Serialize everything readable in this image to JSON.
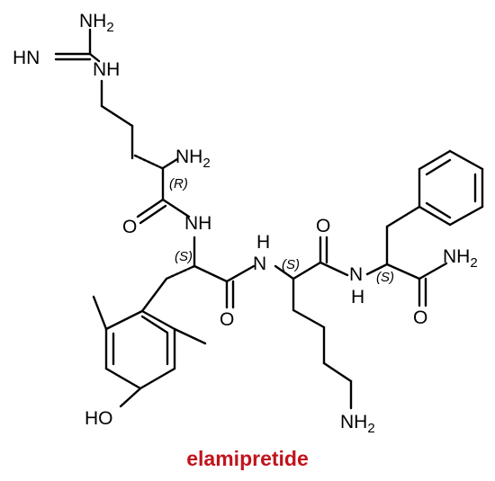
{
  "caption": {
    "text": "elamipretide",
    "color": "#c0141c"
  },
  "labels": {
    "nh2": "NH",
    "nh": "NH",
    "hn": "HN",
    "h": "H",
    "n": "N",
    "o": "O",
    "ho": "HO",
    "sub2": "2"
  },
  "stereo": {
    "r": "(R)",
    "s": "(S)"
  }
}
